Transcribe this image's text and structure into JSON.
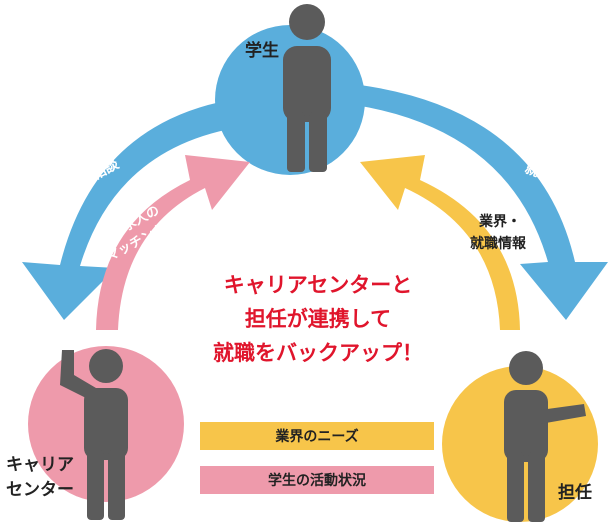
{
  "nodes": {
    "student": {
      "label": "学生"
    },
    "career_center": {
      "label_line1": "キャリア",
      "label_line2": "センター"
    },
    "homeroom_teacher": {
      "label": "担任"
    }
  },
  "arrows": {
    "left_outer": {
      "label": "就職相談"
    },
    "right_outer": {
      "label": "就職相談"
    },
    "left_inner": {
      "label_line1": "求人の",
      "label_line2": "マッチング"
    },
    "right_inner": {
      "label_line1": "業界・",
      "label_line2": "就職情報"
    }
  },
  "center_message": {
    "line1": "キャリアセンターと",
    "line2": "担任が連携して",
    "line3": "就職をバックアップ！"
  },
  "bars": {
    "top": {
      "label": "業界のニーズ"
    },
    "bottom": {
      "label": "学生の活動状況"
    }
  },
  "colors": {
    "blue_circle": "#5aaedc",
    "pink_circle": "#ee9aab",
    "yellow_circle": "#f7c54a",
    "blue_arrow": "#5aaedc",
    "pink_arrow": "#ee9aab",
    "yellow_arrow": "#f7c54a",
    "person": "#5b5b5b",
    "message_red": "#e0152c",
    "bar_yellow": "#f7c54a",
    "bar_pink": "#ee9aab"
  }
}
